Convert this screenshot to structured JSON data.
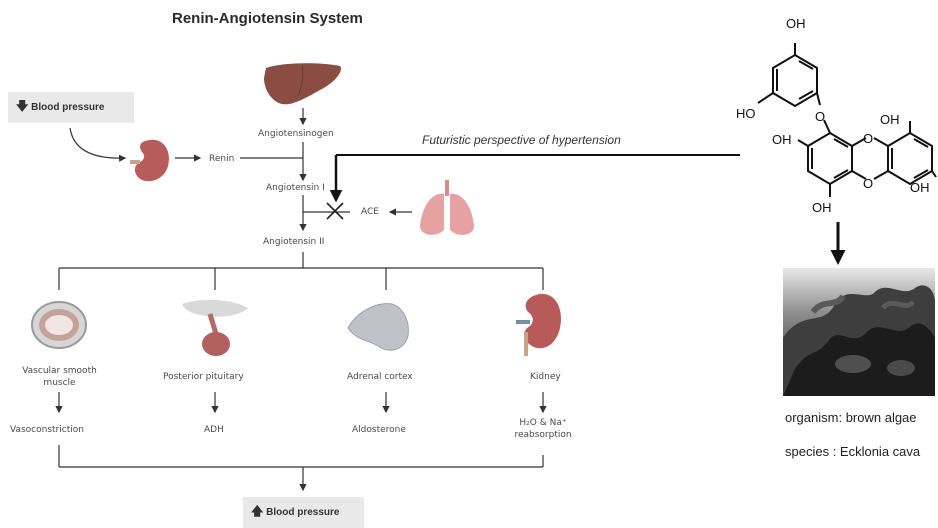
{
  "title": "Renin-Angiotensin System",
  "decrease_bp": "Blood pressure",
  "increase_bp": "Blood pressure",
  "nodes": {
    "renin": "Renin",
    "angiotensinogen": "Angiotensinogen",
    "angiotensin1": "Angiotensin I",
    "ace": "ACE",
    "angiotensin2": "Angiotensin II"
  },
  "branches": [
    {
      "organ": "Vascular smooth muscle",
      "effect": "Vasoconstriction"
    },
    {
      "organ": "Posterior pituitary",
      "effect": "ADH"
    },
    {
      "organ": "Adrenal cortex",
      "effect": "Aldosterone"
    },
    {
      "organ": "Kidney",
      "effect_line1": "H₂O & Na⁺",
      "effect_line2": "reabsorption"
    }
  ],
  "perspective": "Futuristic perspective of hypertension",
  "molecule": {
    "oh": "OH",
    "ho": "HO",
    "o": "O"
  },
  "organism": "organism: brown algae",
  "species": "species : Ecklonia cava"
}
